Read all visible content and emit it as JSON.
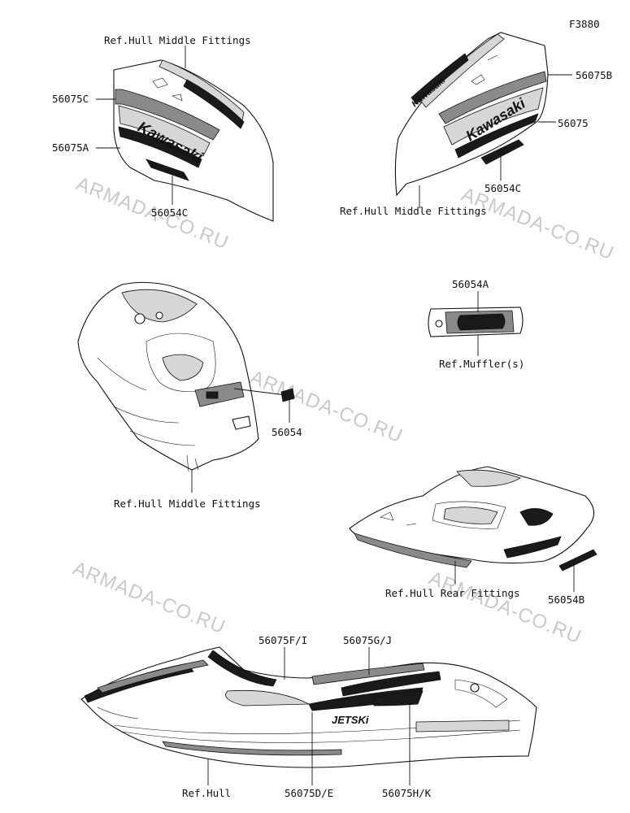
{
  "figure_code": "F3880",
  "watermark": "ARMADA-CO.RU",
  "brand_text": "Kawasaki",
  "jetski_text": "JETSKi",
  "colors": {
    "ink": "#111111",
    "watermark": "#c9c9c9",
    "background": "#ffffff"
  },
  "callouts": {
    "ref_hull_mid_top_left": "Ref.Hull Middle Fittings",
    "p56075C": "56075C",
    "p56075A": "56075A",
    "p56054C_left": "56054C",
    "p56075B": "56075B",
    "p56075": "56075",
    "p56054C_right": "56054C",
    "ref_hull_mid_top_right": "Ref.Hull Middle Fittings",
    "p56054A": "56054A",
    "ref_muffler": "Ref.Muffler(s)",
    "p56054": "56054",
    "ref_hull_mid_center": "Ref.Hull Middle Fittings",
    "ref_hull_rear": "Ref.Hull Rear Fittings",
    "p56054B": "56054B",
    "p56075FI": "56075F/I",
    "p56075GJ": "56075G/J",
    "ref_hull": "Ref.Hull",
    "p56075DE": "56075D/E",
    "p56075HK": "56075H/K"
  }
}
